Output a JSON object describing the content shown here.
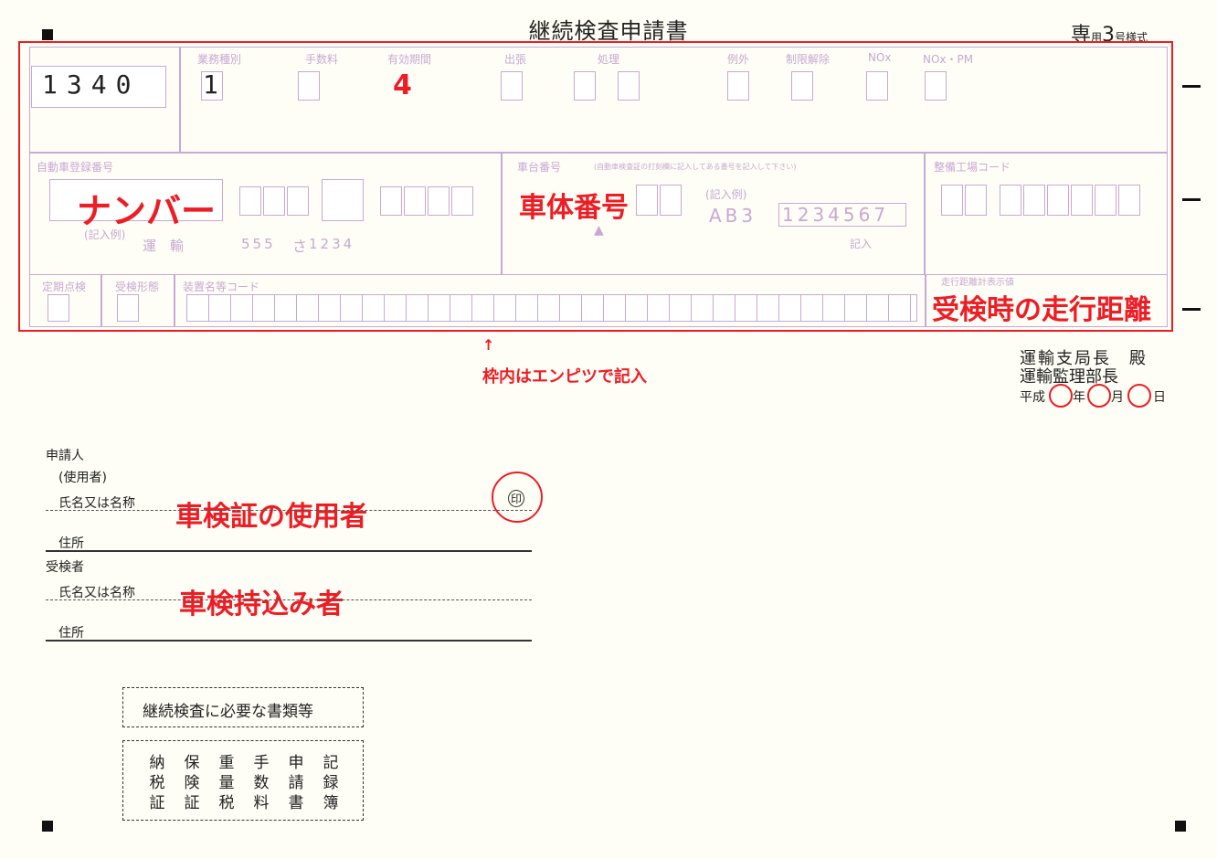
{
  "header": {
    "title": "継続検査申請書",
    "form_prefix": "専",
    "form_small1": "用",
    "form_number": "3",
    "form_small2": "号様式"
  },
  "top_section": {
    "office_code": "1340",
    "labels": {
      "business_type": "業務種別",
      "fee": "手数料",
      "validity": "有効期間",
      "dispatch": "出張",
      "processing": "処理",
      "exception": "例外",
      "restriction": "制限解除",
      "nox": "NOx",
      "nox_pm": "NOx・PM"
    },
    "business_type_value": "1",
    "validity_value": "4"
  },
  "registration": {
    "label": "自動車登録番号",
    "example_label": "(記入例)",
    "example_office": "運　輸",
    "example_number": "555",
    "example_kana": "さ",
    "example_serial": "1234",
    "annotation": "ナンバー"
  },
  "chassis": {
    "label": "車台番号",
    "note": "(自動車検査証の打刻欄に記入してある番号を記入して下さい)",
    "example_label": "(記入例)",
    "example_prefix": "AB3",
    "example_serial": "1234567",
    "example_entry": "記入",
    "annotation": "車体番号"
  },
  "maintenance": {
    "label": "整備工場コード"
  },
  "bottom_row": {
    "regular": "定期点検",
    "exam_form": "受検形態",
    "device_code": "装置名等コード",
    "odometer_label": "走行距離計表示値",
    "annotation": "受検時の走行距離"
  },
  "pencil_note": {
    "arrow": "↑",
    "text": "枠内はエンピツで記入"
  },
  "addressee": {
    "line1": "運輸支局長　殿",
    "line2": "運輸監理部長",
    "era": "平成",
    "year": "年",
    "month": "月",
    "day": "日"
  },
  "applicant": {
    "heading": "申請人",
    "sub": "(使用者)",
    "name_label": "氏名又は名称",
    "name_annotation": "車検証の使用者",
    "seal": "印",
    "address_label": "住所"
  },
  "examinee": {
    "heading": "受検者",
    "name_label": "氏名又は名称",
    "name_annotation": "車検持込み者",
    "address_label": "住所"
  },
  "required_docs": {
    "heading": "継続検査に必要な書類等",
    "items": [
      "納税証",
      "保険証",
      "重量税",
      "手数料",
      "申請書",
      "記録簿"
    ]
  },
  "colors": {
    "annotation_red": "#ee1c25",
    "form_pink": "#c9a8d2",
    "paper": "#fefef6"
  }
}
